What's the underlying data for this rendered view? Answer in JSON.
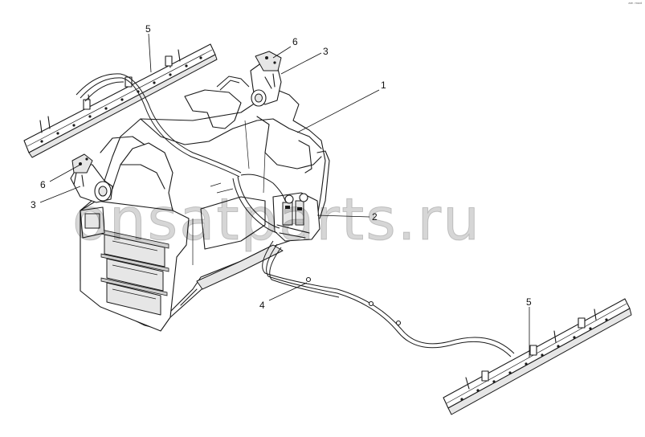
{
  "diagram": {
    "watermark": "onsatparts.ru",
    "corner_mark": "ᵃᵐ ᵐᵒᵈ",
    "callouts": {
      "c1": "1",
      "c2": "2",
      "c3a": "3",
      "c3b": "3",
      "c4": "4",
      "c5a": "5",
      "c5b": "5",
      "c6a": "6",
      "c6b": "6"
    }
  }
}
